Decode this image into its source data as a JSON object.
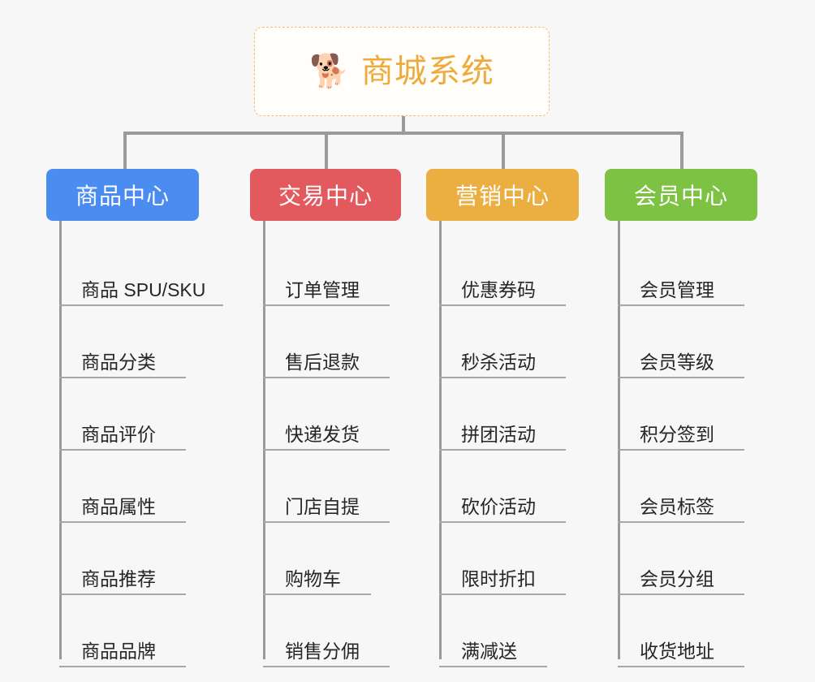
{
  "page": {
    "background_color": "#f7f7f7",
    "chart_type": "tree-diagram"
  },
  "root": {
    "icon": "shiba-dog-face-icon",
    "emoji": "🐕",
    "title": "商城系统",
    "text_color": "#eeab3b",
    "border_color": "#eec06a",
    "border_style": "dashed",
    "background_color": "#fffefb"
  },
  "connector": {
    "color": "#9a9a9a"
  },
  "columns": [
    {
      "id": "product-center",
      "title": "商品中心",
      "color": "#4a8cf0",
      "trunk_height": 540,
      "items": [
        {
          "label": "商品 SPU/SKU",
          "underline_width": 202
        },
        {
          "label": "商品分类",
          "underline_width": 156
        },
        {
          "label": "商品评价",
          "underline_width": 156
        },
        {
          "label": "商品属性",
          "underline_width": 156
        },
        {
          "label": "商品推荐",
          "underline_width": 156
        },
        {
          "label": "商品品牌",
          "underline_width": 156
        }
      ]
    },
    {
      "id": "trade-center",
      "title": "交易中心",
      "color": "#e25a5d",
      "trunk_height": 540,
      "items": [
        {
          "label": "订单管理",
          "underline_width": 156
        },
        {
          "label": "售后退款",
          "underline_width": 156
        },
        {
          "label": "快递发货",
          "underline_width": 156
        },
        {
          "label": "门店自提",
          "underline_width": 156
        },
        {
          "label": "购物车",
          "underline_width": 133
        },
        {
          "label": "销售分佣",
          "underline_width": 156
        }
      ]
    },
    {
      "id": "marketing-center",
      "title": "营销中心",
      "color": "#eaae41",
      "trunk_height": 540,
      "items": [
        {
          "label": "优惠券码",
          "underline_width": 156
        },
        {
          "label": "秒杀活动",
          "underline_width": 156
        },
        {
          "label": "拼团活动",
          "underline_width": 156
        },
        {
          "label": "砍价活动",
          "underline_width": 156
        },
        {
          "label": "限时折扣",
          "underline_width": 156
        },
        {
          "label": "满减送",
          "underline_width": 133
        }
      ]
    },
    {
      "id": "member-center",
      "title": "会员中心",
      "color": "#7dc242",
      "trunk_height": 540,
      "items": [
        {
          "label": "会员管理",
          "underline_width": 156
        },
        {
          "label": "会员等级",
          "underline_width": 156
        },
        {
          "label": "积分签到",
          "underline_width": 156
        },
        {
          "label": "会员标签",
          "underline_width": 156
        },
        {
          "label": "会员分组",
          "underline_width": 156
        },
        {
          "label": "收货地址",
          "underline_width": 156
        }
      ]
    }
  ]
}
